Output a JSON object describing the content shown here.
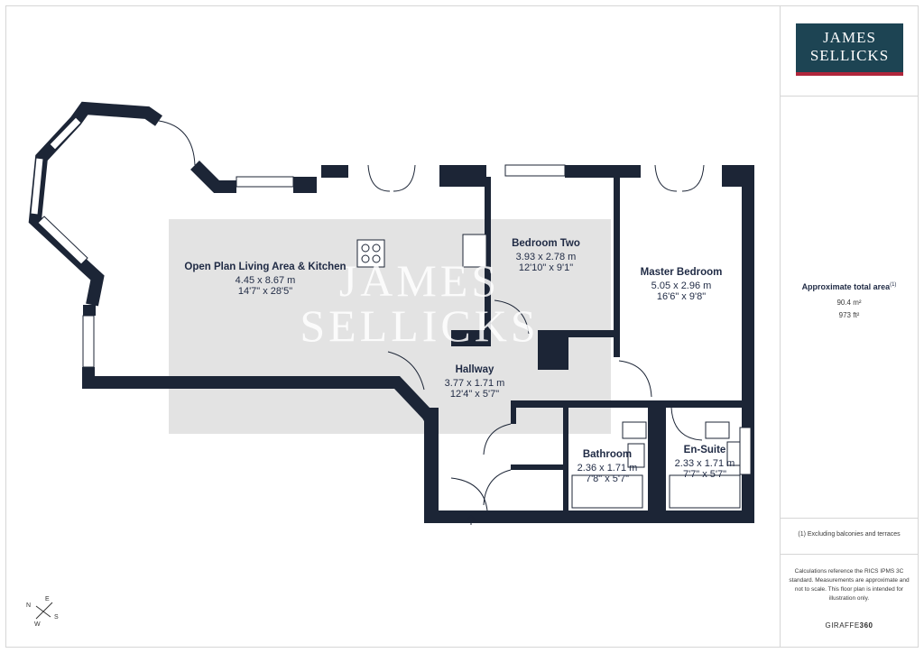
{
  "brand": {
    "line1": "JAMES",
    "line2": "SELLICKS"
  },
  "watermark": {
    "line1": "JAMES",
    "line2": "SELLICKS"
  },
  "area": {
    "title": "Approximate total area",
    "title_sup": "(1)",
    "metric": "90.4 m²",
    "imperial": "973 ft²"
  },
  "footnote": "(1) Excluding balconies and terraces",
  "disclaimer": "Calculations reference the RICS IPMS 3C standard. Measurements are approximate and not to scale. This floor plan is intended for illustration only.",
  "credit": {
    "prefix": "GIRAFFE",
    "suffix": "360"
  },
  "compass": {
    "n": "N",
    "e": "E",
    "s": "S",
    "w": "W"
  },
  "rooms": [
    {
      "name": "Open Plan Living Area & Kitchen",
      "metric": "4.45 x 8.67 m",
      "imperial": "14'7\" x 28'5\""
    },
    {
      "name": "Bedroom Two",
      "metric": "3.93 x 2.78 m",
      "imperial": "12'10\" x 9'1\""
    },
    {
      "name": "Master Bedroom",
      "metric": "5.05 x 2.96 m",
      "imperial": "16'6\" x 9'8\""
    },
    {
      "name": "Hallway",
      "metric": "3.77 x 1.71 m",
      "imperial": "12'4\" x 5'7\""
    },
    {
      "name": "Bathroom",
      "metric": "2.36 x 1.71 m",
      "imperial": "7'8\" x 5'7\""
    },
    {
      "name": "En-Suite",
      "metric": "2.33 x 1.71 m",
      "imperial": "7'7\" x 5'7\""
    }
  ],
  "colors": {
    "wall": "#1c2536",
    "brand_bg": "#1d4453",
    "brand_accent": "#b0263b",
    "overlay": "#d9d9d9"
  }
}
